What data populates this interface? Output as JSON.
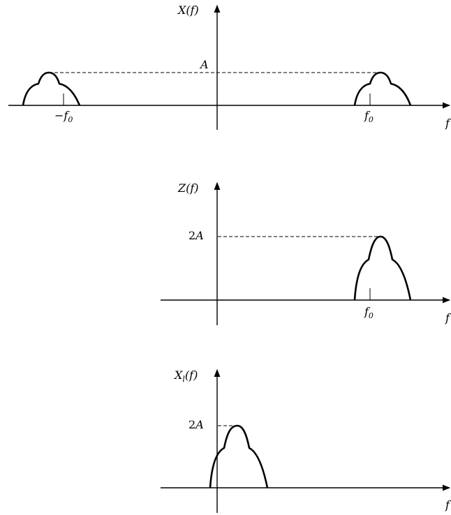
{
  "panels": [
    {
      "name": "X(f)",
      "ylabel_main": "X",
      "ylabel_sub": "",
      "ylabel_arg": "(f)",
      "level_label": "A",
      "tick_labels": [
        "−f",
        "f"
      ],
      "tick_sub": "0",
      "xlabel": "f"
    },
    {
      "name": "Z(f)",
      "ylabel_main": "Z",
      "ylabel_sub": "",
      "ylabel_arg": "(f)",
      "level_label": "2A",
      "tick_labels": [
        "f"
      ],
      "tick_sub": "0",
      "xlabel": "f"
    },
    {
      "name": "X_l(f)",
      "ylabel_main": "X",
      "ylabel_sub": "l",
      "ylabel_arg": "(f)",
      "level_label": "2A",
      "tick_labels": [],
      "tick_sub": "",
      "xlabel": "f"
    }
  ]
}
